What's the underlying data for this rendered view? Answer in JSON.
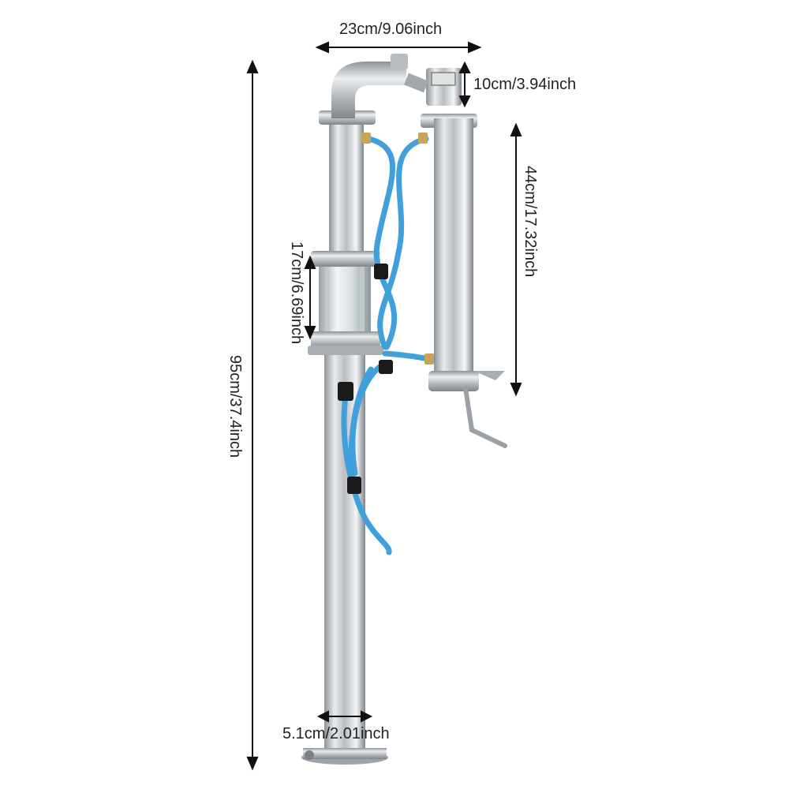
{
  "dimensions": {
    "width_label": "23cm/9.06inch",
    "meter_height_label": "10cm/3.94inch",
    "condenser_length_label": "44cm/17.32inch",
    "sight_glass_label": "17cm/6.69inch",
    "total_height_label": "95cm/37.4inch",
    "pipe_diameter_label": "5.1cm/2.01inch"
  },
  "colors": {
    "steel": "#c9ccd0",
    "hose": "#3fa0dc",
    "fitting": "#1a1a1a"
  }
}
